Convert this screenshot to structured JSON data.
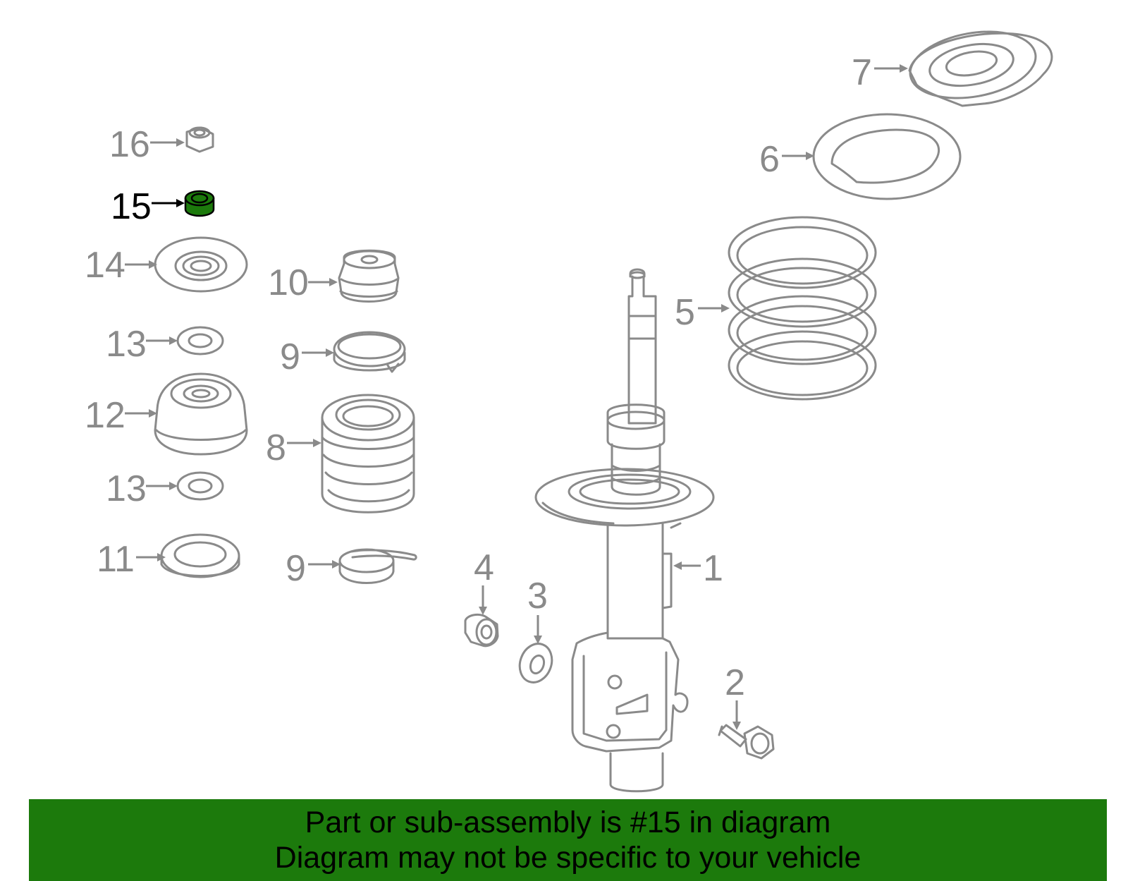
{
  "diagram": {
    "highlight_color": "#1c7a0c",
    "line_color": "#8a8a8a",
    "callouts": {
      "c1": "1",
      "c2": "2",
      "c3": "3",
      "c4": "4",
      "c5": "5",
      "c6": "6",
      "c7": "7",
      "c8": "8",
      "c9a": "9",
      "c9b": "9",
      "c10": "10",
      "c11": "11",
      "c12": "12",
      "c13a": "13",
      "c13b": "13",
      "c14": "14",
      "c15": "15",
      "c16": "16"
    }
  },
  "banner": {
    "line1": "Part or sub-assembly is #15 in diagram",
    "line2": "Diagram may not be specific to your vehicle",
    "background": "#1c7a0c"
  }
}
